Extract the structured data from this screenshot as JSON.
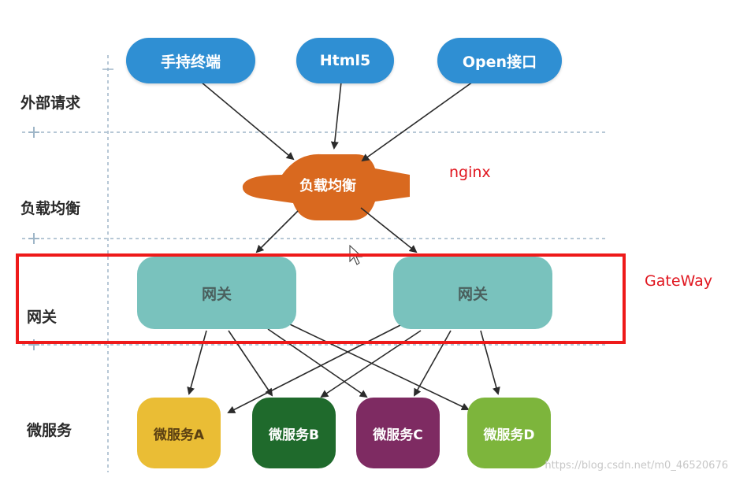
{
  "layers": {
    "external": "外部请求",
    "load_balance": "负载均衡",
    "gateway": "网关",
    "microservice": "微服务"
  },
  "clients": [
    "手持终端",
    "Html5",
    "Open接口"
  ],
  "load_balancer": "负载均衡",
  "gateways": [
    "网关",
    "网关"
  ],
  "services": [
    "微服务A",
    "微服务B",
    "微服务C",
    "微服务D"
  ],
  "annotations": {
    "nginx": "nginx",
    "gateway": "GateWay"
  },
  "watermark": "https://blog.csdn.net/m0_46520676",
  "colors": {
    "client": "#2f8fd3",
    "load_balancer": "#d9691f",
    "gateway": "#79c2bd",
    "service_a": "#eabd35",
    "service_b": "#1f6a2c",
    "service_c": "#7e2b62",
    "service_d": "#7db53c",
    "annotation": "#e0161f",
    "divider": "#9fb6c8"
  }
}
